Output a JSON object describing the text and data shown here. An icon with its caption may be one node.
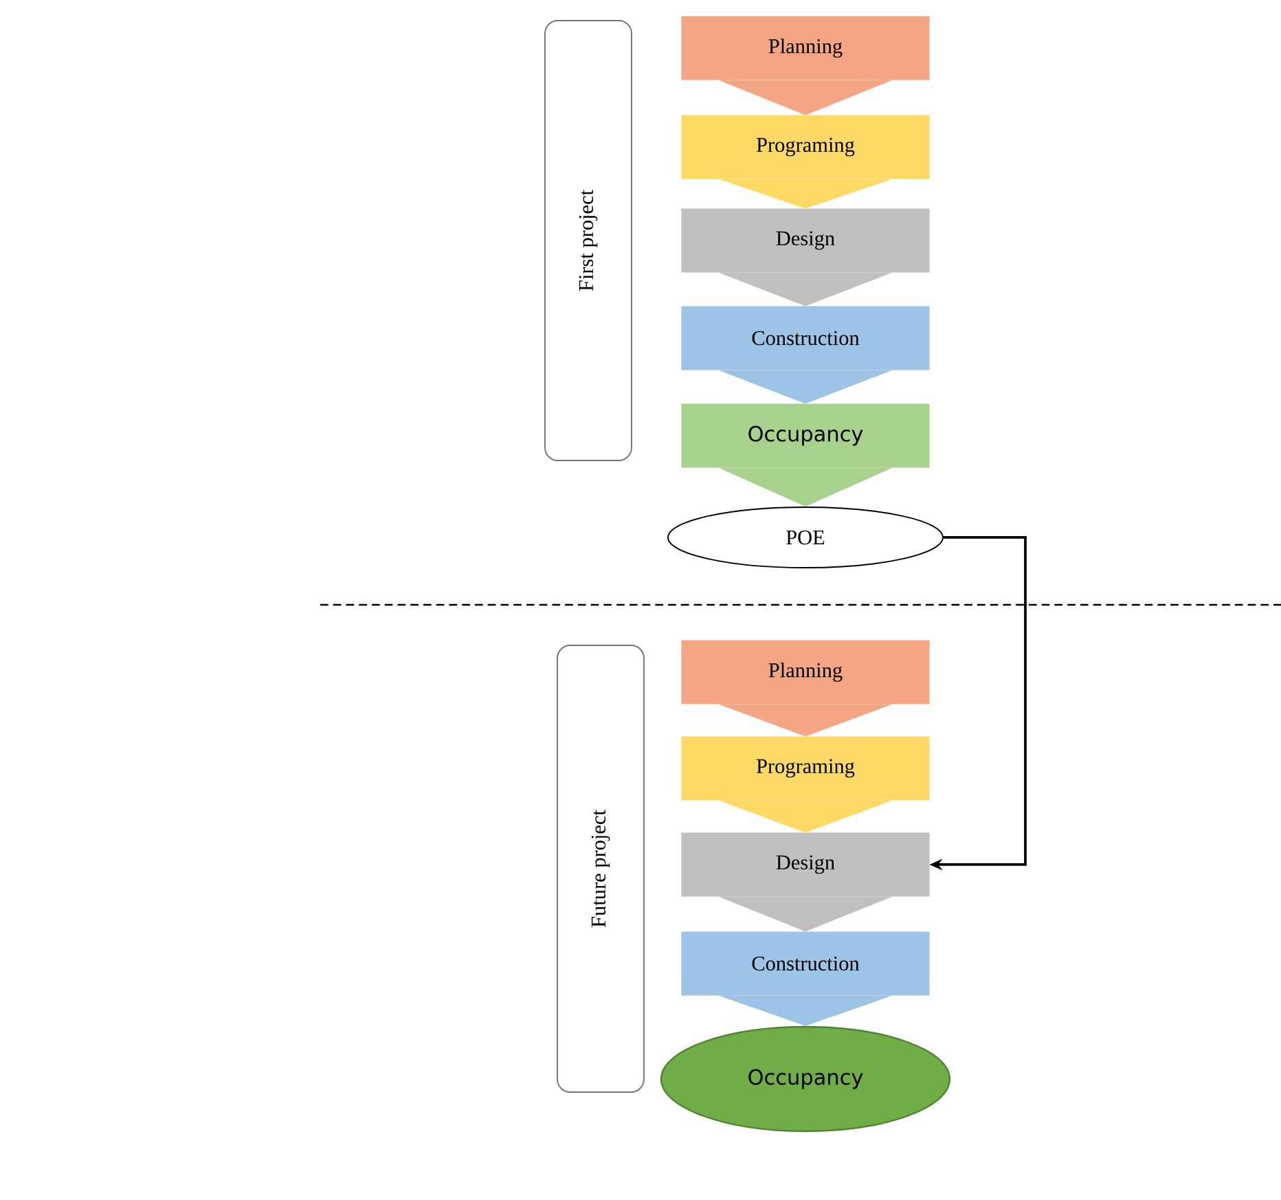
{
  "diagram": {
    "nodes": [
      {
        "text": [
          "First project"
        ]
      },
      {
        "text": [
          "Planning"
        ]
      },
      {
        "text": [
          "Programing"
        ]
      },
      {
        "text": [
          "Design"
        ]
      },
      {
        "text": [
          "Construction"
        ]
      },
      {
        "text": [
          "Occupancy"
        ]
      },
      {
        "text": [
          "POE"
        ]
      },
      {
        "text": [
          "Future project"
        ]
      },
      {
        "text": [
          "Planning"
        ]
      },
      {
        "text": [
          "Programing"
        ]
      },
      {
        "text": [
          "Design"
        ]
      },
      {
        "text": [
          "Construction"
        ]
      },
      {
        "text": [
          "Occupancy"
        ]
      }
    ],
    "edges": [
      {
        "from": 1,
        "to": 2,
        "arrow": "to"
      },
      {
        "from": 2,
        "to": 3,
        "arrow": "to"
      },
      {
        "from": 3,
        "to": 4,
        "arrow": "to"
      },
      {
        "from": 4,
        "to": 5,
        "arrow": "to"
      },
      {
        "from": 5,
        "to": 6,
        "arrow": "to"
      },
      {
        "from": 8,
        "to": 9,
        "arrow": "to"
      },
      {
        "from": 9,
        "to": 10,
        "arrow": "to"
      },
      {
        "from": 10,
        "to": 11,
        "arrow": "to"
      },
      {
        "from": 11,
        "to": 12,
        "arrow": "to"
      },
      {
        "from": 6,
        "to": 10,
        "arrow": "to"
      }
    ]
  }
}
